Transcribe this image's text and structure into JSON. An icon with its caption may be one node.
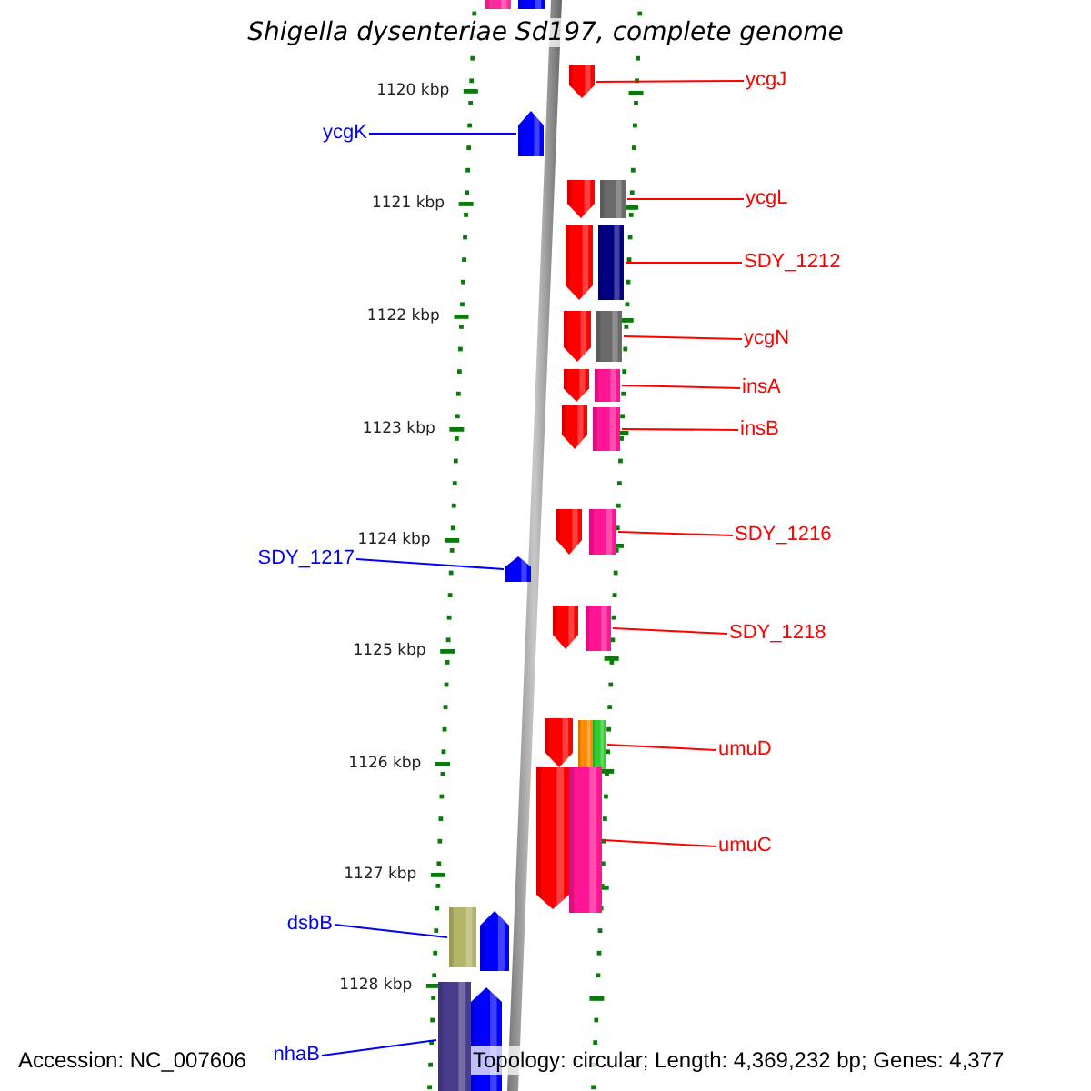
{
  "diagram": {
    "title": "Shigella dysenteriae Sd197, complete genome",
    "nodes": [
      {
        "text": [],
        "shape": "box"
      },
      {
        "text": [],
        "shape": "arrow"
      },
      {
        "text": [],
        "shape": "arrow"
      },
      {
        "text": [
          "ycgJ"
        ]
      },
      {
        "text": [
          "ycgK"
        ]
      },
      {
        "text": [],
        "shape": "arrow"
      },
      {
        "text": [],
        "shape": "arrow"
      },
      {
        "text": [],
        "shape": "box"
      },
      {
        "text": [
          "ycgL"
        ]
      },
      {
        "text": [],
        "shape": "arrow"
      },
      {
        "text": [],
        "shape": "box"
      },
      {
        "text": [
          "SDY_1212"
        ]
      },
      {
        "text": [],
        "shape": "arrow"
      },
      {
        "text": [],
        "shape": "box"
      },
      {
        "text": [
          "ycgN"
        ]
      },
      {
        "text": [],
        "shape": "arrow"
      },
      {
        "text": [],
        "shape": "box"
      },
      {
        "text": [
          "insA"
        ]
      },
      {
        "text": [],
        "shape": "arrow"
      },
      {
        "text": [],
        "shape": "box"
      },
      {
        "text": [
          "insB"
        ]
      },
      {
        "text": [],
        "shape": "arrow"
      },
      {
        "text": [],
        "shape": "box"
      },
      {
        "text": [
          "SDY_1216"
        ]
      },
      {
        "text": [
          "SDY_1217"
        ]
      },
      {
        "text": [],
        "shape": "arrow"
      },
      {
        "text": [],
        "shape": "arrow"
      },
      {
        "text": [],
        "shape": "box"
      },
      {
        "text": [
          "SDY_1218"
        ]
      },
      {
        "text": [],
        "shape": "arrow"
      },
      {
        "text": [],
        "shape": "box"
      },
      {
        "text": [],
        "shape": "box"
      },
      {
        "text": [
          "umuD"
        ]
      },
      {
        "text": [],
        "shape": "arrow"
      },
      {
        "text": [],
        "shape": "box"
      },
      {
        "text": [
          "umuC"
        ]
      },
      {
        "text": [
          "dsbB"
        ]
      },
      {
        "text": [],
        "shape": "box"
      },
      {
        "text": [],
        "shape": "arrow"
      },
      {
        "text": [
          "nhaB"
        ]
      },
      {
        "text": [],
        "shape": "box"
      },
      {
        "text": [],
        "shape": "arrow"
      }
    ],
    "edges": [
      {
        "from": 3,
        "to": 2,
        "arrow": "none"
      },
      {
        "from": 4,
        "to": 5,
        "arrow": "none",
        "color": "#0000ff"
      },
      {
        "from": 8,
        "to": 7,
        "arrow": "none"
      },
      {
        "from": 11,
        "to": 10,
        "arrow": "none"
      },
      {
        "from": 14,
        "to": 13,
        "arrow": "none"
      },
      {
        "from": 17,
        "to": 16,
        "arrow": "none"
      },
      {
        "from": 20,
        "to": 19,
        "arrow": "none"
      },
      {
        "from": 23,
        "to": 22,
        "arrow": "none"
      },
      {
        "from": 24,
        "to": 25,
        "arrow": "none",
        "color": "#0000ff"
      },
      {
        "from": 28,
        "to": 27,
        "arrow": "none"
      },
      {
        "from": 32,
        "to": 31,
        "arrow": "none"
      },
      {
        "from": 35,
        "to": 34,
        "arrow": "none"
      },
      {
        "from": 36,
        "to": 37,
        "arrow": "none",
        "color": "#0000ff"
      },
      {
        "from": 39,
        "to": 40,
        "arrow": "none",
        "color": "#0000ff"
      }
    ],
    "labels": [
      "1120 kbp",
      "1121 kbp",
      "1122 kbp",
      "1123 kbp",
      "1124 kbp",
      "1125 kbp",
      "1126 kbp",
      "1127 kbp",
      "1128 kbp",
      "Accession: NC_007606",
      "Topology: circular; Length: 4,369,232 bp; Genes: 4,377"
    ]
  }
}
